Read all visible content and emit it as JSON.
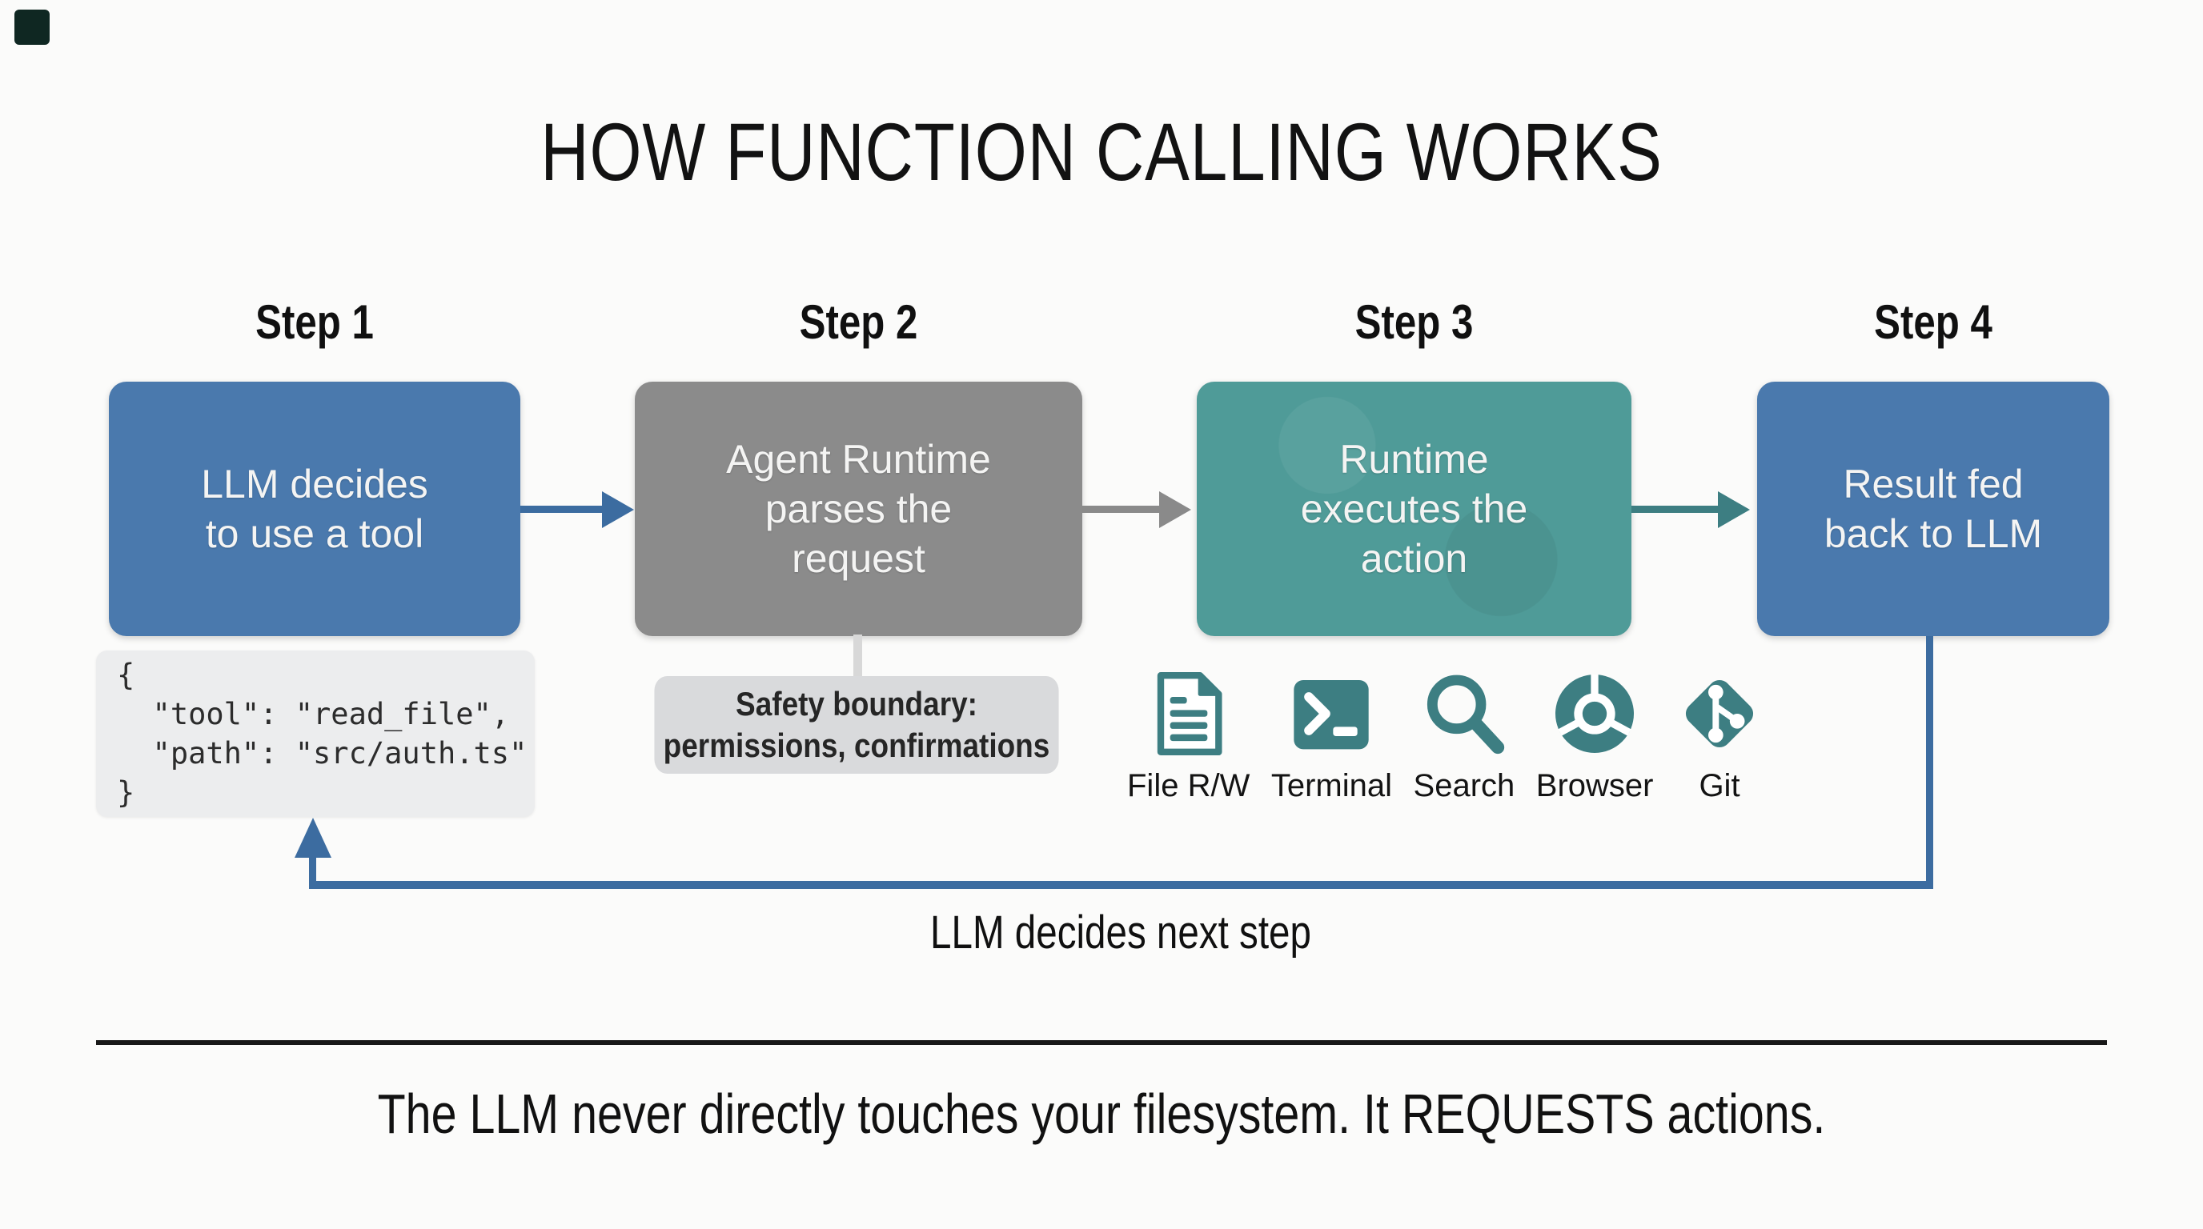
{
  "title": "HOW FUNCTION CALLING WORKS",
  "steps": [
    {
      "label": "Step 1",
      "text": "LLM decides\nto use a tool",
      "color": "#4a79ad"
    },
    {
      "label": "Step 2",
      "text": "Agent Runtime\nparses the\nrequest",
      "color": "#8b8b8b"
    },
    {
      "label": "Step 3",
      "text": "Runtime\nexecutes the\naction",
      "color": "#4f9b98"
    },
    {
      "label": "Step 4",
      "text": "Result fed\nback to LLM",
      "color": "#4a79ad"
    }
  ],
  "code_block": {
    "text": "{\n  \"tool\": \"read_file\",\n  \"path\": \"src/auth.ts\"\n}"
  },
  "safety_note": {
    "text": "Safety boundary:\npermissions, confirmations"
  },
  "tools": [
    {
      "icon": "file-icon",
      "label": "File R/W"
    },
    {
      "icon": "terminal-icon",
      "label": "Terminal"
    },
    {
      "icon": "search-icon",
      "label": "Search"
    },
    {
      "icon": "browser-icon",
      "label": "Browser"
    },
    {
      "icon": "git-icon",
      "label": "Git"
    }
  ],
  "loop_label": "LLM decides next step",
  "footer": "The LLM never directly touches your filesystem. It REQUESTS actions.",
  "colors": {
    "box_blue": "#4a79ad",
    "box_gray": "#8b8b8b",
    "box_teal": "#4f9b98",
    "arrow_blue": "#3c6ca0",
    "arrow_gray": "#8a8a8a",
    "arrow_teal": "#3d7e82",
    "icon_teal": "#3d7e82",
    "code_bg": "#ecedee",
    "safety_bg": "#d9dadc"
  }
}
